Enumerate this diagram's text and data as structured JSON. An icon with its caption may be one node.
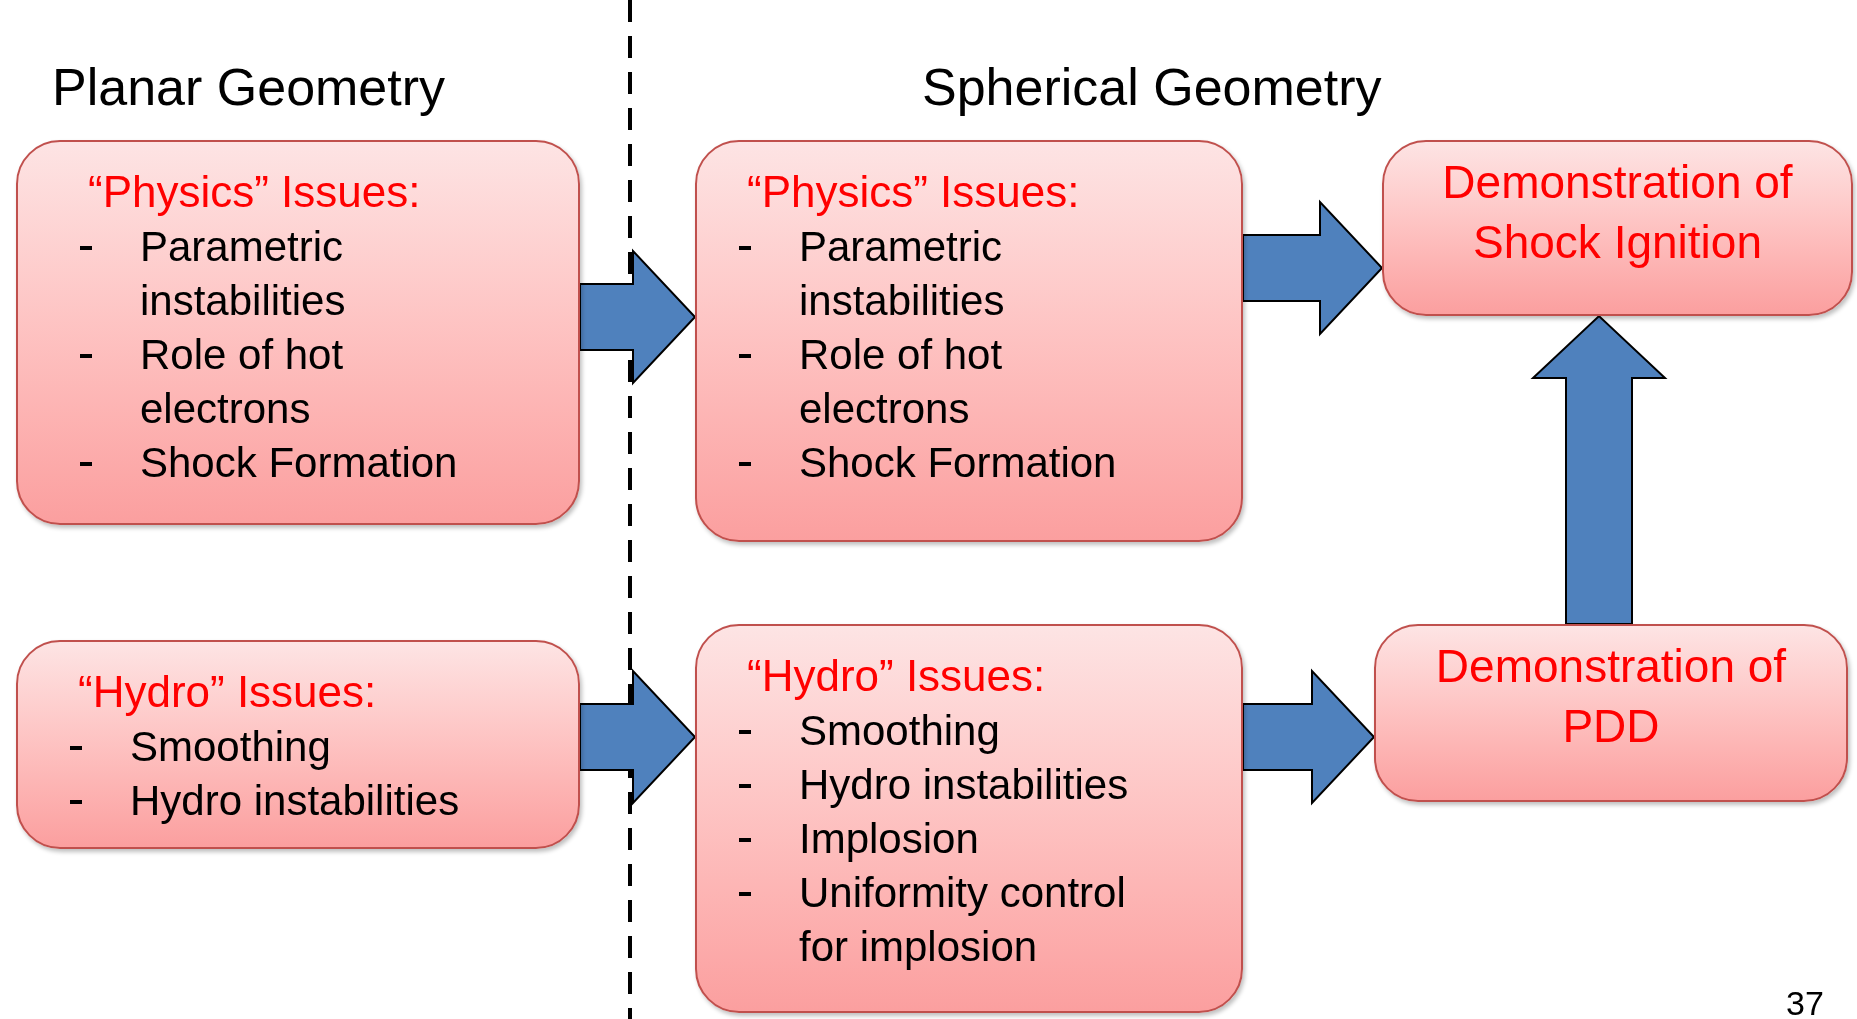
{
  "diagram": {
    "nodes": [
      {
        "text": [
          "“Physics” Issues:",
          "Parametric instabilities",
          "Role of hot electrons",
          "Shock Formation"
        ]
      },
      {
        "text": [
          "“Hydro” Issues:",
          "Smoothing",
          "Hydro instabilities"
        ]
      },
      {
        "text": [
          "“Physics” Issues:",
          "Parametric instabilities",
          "Role of hot electrons",
          "Shock Formation"
        ]
      },
      {
        "text": [
          "“Hydro” Issues:",
          "Smoothing",
          "Hydro instabilities",
          "Implosion",
          "Uniformity control for implosion"
        ]
      },
      {
        "text": [
          "Demonstration of Shock Ignition"
        ]
      },
      {
        "text": [
          "Demonstration of PDD"
        ]
      }
    ],
    "edges": [
      {
        "from": 0,
        "to": 2,
        "arrow": "to"
      },
      {
        "from": 1,
        "to": 3,
        "arrow": "to"
      },
      {
        "from": 2,
        "to": 4,
        "arrow": "to"
      },
      {
        "from": 3,
        "to": 5,
        "arrow": "to"
      },
      {
        "from": 5,
        "to": 4,
        "arrow": "to"
      }
    ],
    "labels": [
      "Planar Geometry",
      "Spherical Geometry",
      "37"
    ]
  }
}
